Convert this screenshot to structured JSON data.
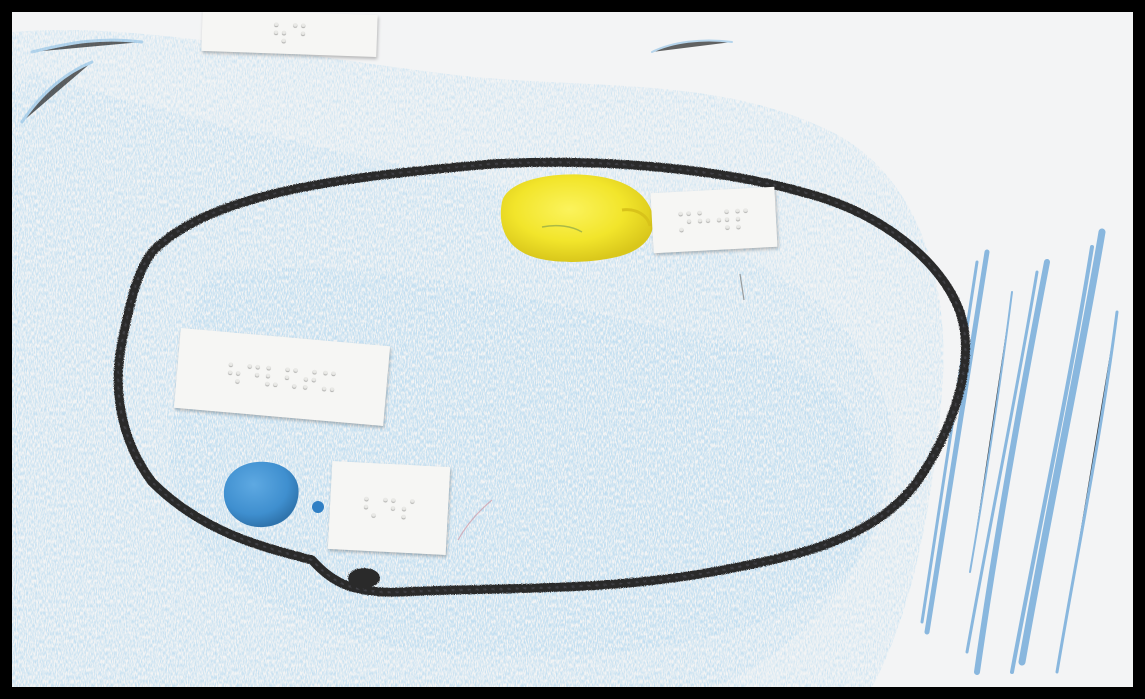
{
  "image": {
    "colors": {
      "frame": "#000000",
      "paper": "#f3f4f5",
      "crayon_blue": "#7fb4dd",
      "yarn": "#2a2a2c",
      "yellow_clay": "#f2e52b",
      "blue_clay": "#3f8fcf",
      "braille_card": "#f6f6f4"
    },
    "objects": {
      "yarn_loop": "black-yarn-ellipse",
      "yellow_blob": "yellow-play-dough",
      "blue_blob": "blue-play-dough",
      "small_blue_dot": "small-blue-dot",
      "crayon_shading": "blue-crayon-background"
    },
    "braille_cards": [
      {
        "id": "card-top-right"
      },
      {
        "id": "card-left-large"
      },
      {
        "id": "card-bottom-small"
      },
      {
        "id": "card-top-partial"
      }
    ]
  }
}
